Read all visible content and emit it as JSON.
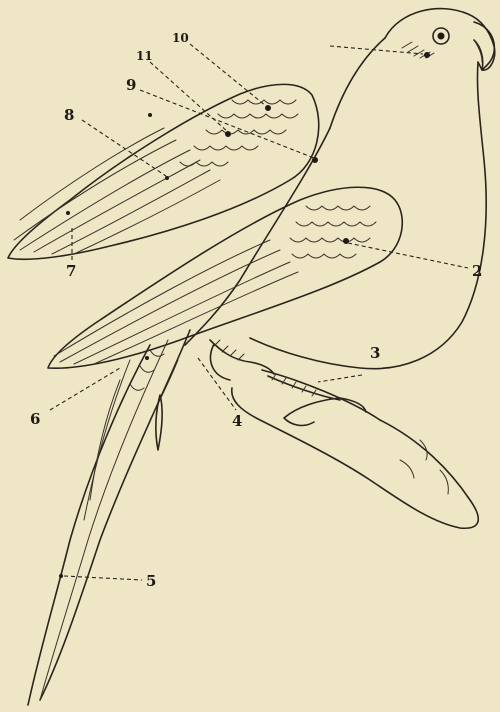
{
  "labels": {
    "l2": "2",
    "l3": "3",
    "l4": "4",
    "l5": "5",
    "l6": "6",
    "l7": "7",
    "l8": "8",
    "l9": "9",
    "l10": "10",
    "l11": "11"
  },
  "colors": {
    "paper": "#efe6c6",
    "ink": "#2b241c"
  }
}
